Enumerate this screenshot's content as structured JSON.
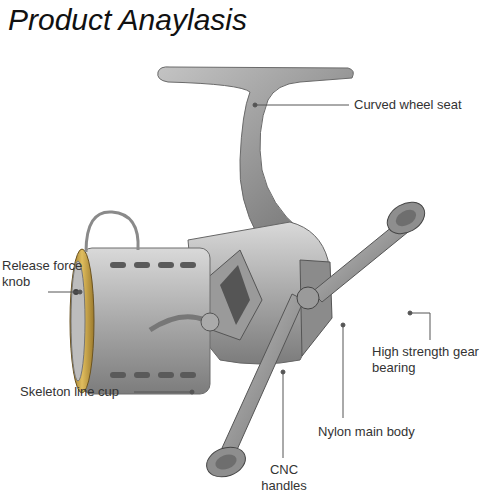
{
  "diagram": {
    "title": "Product Anaylasis",
    "labels": [
      "Curved wheel seat",
      "Release force knob",
      "Skeleton line cup",
      "High strength gear bearing",
      "Nylon main body",
      "CNC handles"
    ]
  }
}
